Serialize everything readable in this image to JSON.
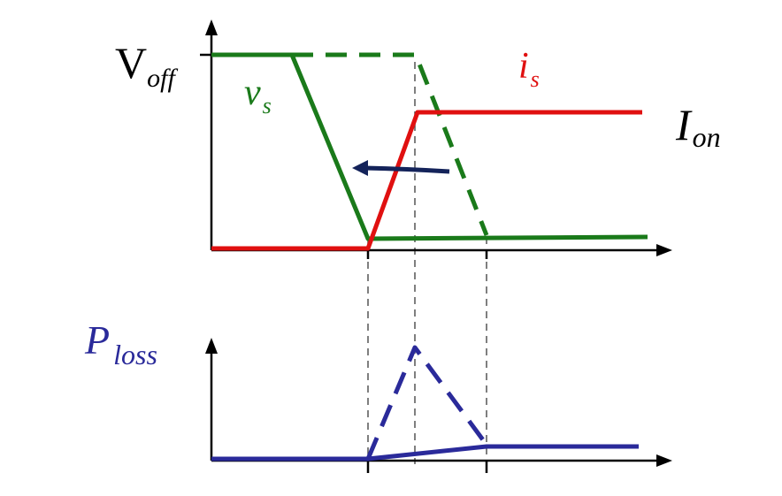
{
  "labels": {
    "v_off_main": "V",
    "v_off_sub": "off",
    "v_s_main": "v",
    "v_s_sub": "s",
    "i_s_main": "i",
    "i_s_sub": "s",
    "i_on_main": "I",
    "i_on_sub": "on",
    "p_loss_main": "P",
    "p_loss_sub": "loss"
  },
  "colors": {
    "voltage": "#1a7a1a",
    "current": "#e01010",
    "power": "#2a2a9a",
    "arrow": "#14235a",
    "axis": "#000000",
    "guide": "#555555"
  }
}
